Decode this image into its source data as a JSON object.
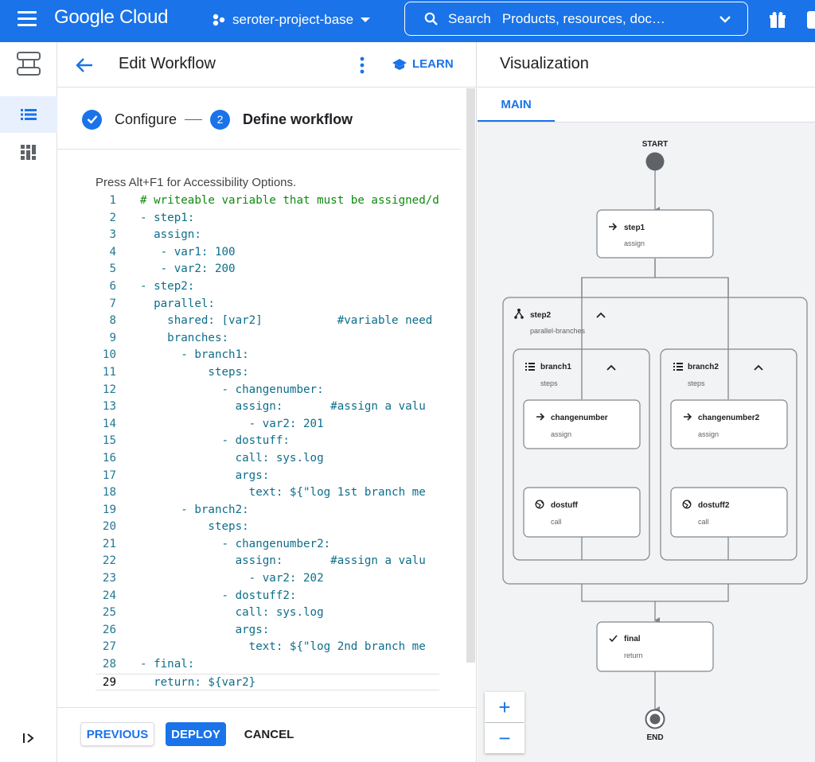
{
  "topbar": {
    "brand": "Google Cloud",
    "project": "seroter-project-base",
    "search_label": "Search",
    "search_placeholder": "Products, resources, doc…"
  },
  "leftnav": {
    "icons": [
      "workflows-icon",
      "list-icon",
      "dashboard-icon",
      "expand-panel-icon"
    ]
  },
  "editor": {
    "title": "Edit Workflow",
    "learn_label": "LEARN",
    "steps": [
      {
        "label": "Configure",
        "state": "done"
      },
      {
        "label": "Define workflow",
        "number": "2",
        "state": "active"
      }
    ],
    "accessibility_hint": "Press Alt+F1 for Accessibility Options.",
    "code_lines": [
      {
        "n": "1",
        "text": "# writeable variable that must be assigned/d"
      },
      {
        "n": "2",
        "text": "- step1:"
      },
      {
        "n": "3",
        "text": "  assign:"
      },
      {
        "n": "4",
        "text": "   - var1: 100"
      },
      {
        "n": "5",
        "text": "   - var2: 200"
      },
      {
        "n": "6",
        "text": "- step2:"
      },
      {
        "n": "7",
        "text": "  parallel:"
      },
      {
        "n": "8",
        "text": "    shared: [var2]           #variable need"
      },
      {
        "n": "9",
        "text": "    branches:"
      },
      {
        "n": "10",
        "text": "      - branch1:"
      },
      {
        "n": "11",
        "text": "          steps:"
      },
      {
        "n": "12",
        "text": "            - changenumber:"
      },
      {
        "n": "13",
        "text": "              assign:       #assign a valu"
      },
      {
        "n": "14",
        "text": "                - var2: 201"
      },
      {
        "n": "15",
        "text": "            - dostuff:"
      },
      {
        "n": "16",
        "text": "              call: sys.log"
      },
      {
        "n": "17",
        "text": "              args:"
      },
      {
        "n": "18",
        "text": "                text: ${\"log 1st branch me"
      },
      {
        "n": "19",
        "text": "      - branch2:"
      },
      {
        "n": "20",
        "text": "          steps:"
      },
      {
        "n": "21",
        "text": "            - changenumber2:"
      },
      {
        "n": "22",
        "text": "              assign:       #assign a valu"
      },
      {
        "n": "23",
        "text": "                - var2: 202"
      },
      {
        "n": "24",
        "text": "            - dostuff2:"
      },
      {
        "n": "25",
        "text": "              call: sys.log"
      },
      {
        "n": "26",
        "text": "              args:"
      },
      {
        "n": "27",
        "text": "                text: ${\"log 2nd branch me"
      },
      {
        "n": "28",
        "text": "- final:"
      },
      {
        "n": "29",
        "text": "  return: ${var2}"
      }
    ],
    "buttons": {
      "previous": "PREVIOUS",
      "deploy": "DEPLOY",
      "cancel": "CANCEL"
    }
  },
  "visualization": {
    "title": "Visualization",
    "tab": "MAIN",
    "graph": {
      "start_label": "START",
      "end_label": "END",
      "nodes": [
        {
          "id": "step1",
          "name": "step1",
          "type": "assign",
          "icon": "arrow-right-icon"
        },
        {
          "id": "step2",
          "name": "step2",
          "type": "parallel-branches",
          "icon": "fork-icon"
        },
        {
          "id": "branch1",
          "name": "branch1",
          "type": "steps",
          "icon": "list-icon"
        },
        {
          "id": "branch2",
          "name": "branch2",
          "type": "steps",
          "icon": "list-icon"
        },
        {
          "id": "changenumber",
          "name": "changenumber",
          "type": "assign",
          "icon": "arrow-right-icon"
        },
        {
          "id": "changenumber2",
          "name": "changenumber2",
          "type": "assign",
          "icon": "arrow-right-icon"
        },
        {
          "id": "dostuff",
          "name": "dostuff",
          "type": "call",
          "icon": "globe-icon"
        },
        {
          "id": "dostuff2",
          "name": "dostuff2",
          "type": "call",
          "icon": "globe-icon"
        },
        {
          "id": "final",
          "name": "final",
          "type": "return",
          "icon": "check-icon"
        }
      ]
    },
    "zoom_in": "+",
    "zoom_out": "−"
  },
  "colors": {
    "brand_blue": "#1a73e8",
    "canvas_bg": "#f1f3f4",
    "edge": "#80868b"
  }
}
